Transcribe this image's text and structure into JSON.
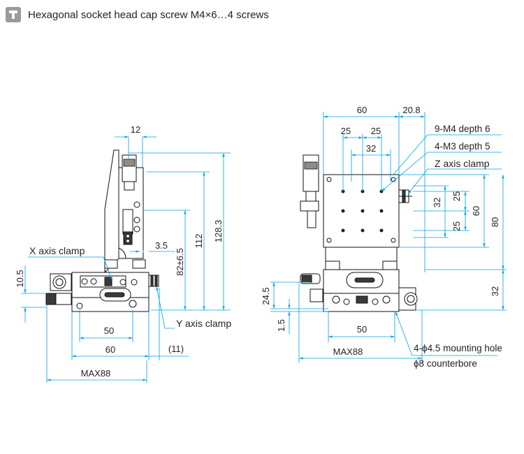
{
  "header": {
    "icon": "screw-icon",
    "caption": "Hexagonal socket head cap screw M4×6…4 screws"
  },
  "left_view": {
    "dims": {
      "top_width": "12",
      "height_total": "128.3",
      "height_112": "112",
      "height_stroke": "82±6.5",
      "offset": "3.5",
      "base_height": "10.5",
      "mount_pitch": "50",
      "base_width": "60",
      "overhang": "(11)",
      "max_width": "MAX88"
    },
    "labels": {
      "x_clamp": "X axis clamp",
      "y_clamp": "Y axis clamp"
    }
  },
  "right_view": {
    "dims": {
      "top_width": "60",
      "top_offset": "20.8",
      "pitch_a": "25",
      "pitch_b": "25",
      "pitch_c": "32",
      "v_25a": "25",
      "v_32": "32",
      "v_25b": "25",
      "v_60": "60",
      "v_80": "80",
      "v_32b": "32",
      "h_24_5": "24.5",
      "h_1_5": "1.5",
      "mount_pitch": "50",
      "max_width": "MAX88"
    },
    "labels": {
      "tapped_m4": "9-M4 depth 6",
      "tapped_m3": "4-M3 depth 5",
      "z_clamp": "Z axis clamp",
      "mount_hole": "4-ϕ4.5 mounting hole",
      "counterbore": "ϕ8 counterbore"
    }
  },
  "colors": {
    "dimension_line": "#00a0e9",
    "outline": "#111111",
    "icon_bg": "#9a9a9a"
  }
}
